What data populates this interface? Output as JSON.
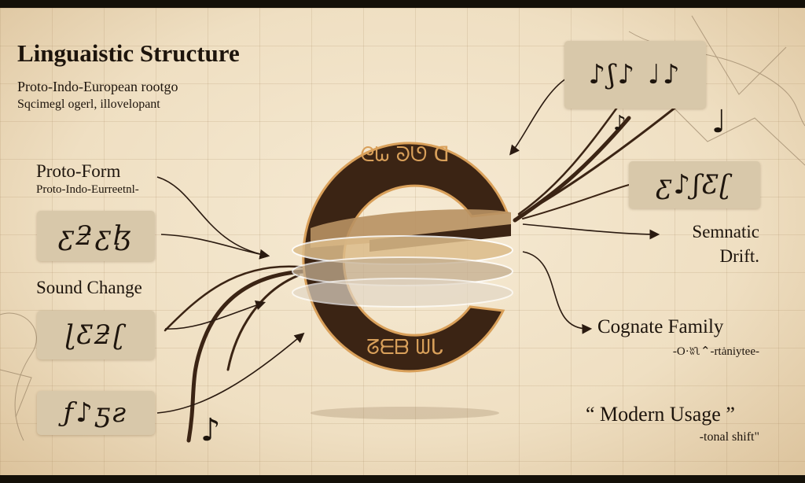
{
  "title": "Linguaistic Structure",
  "subtitle": "Proto-Indo-European rootgo",
  "subtitle2": "Sqcimegl ogerl, illovelopant",
  "left": {
    "proto_form": {
      "label": "Proto-Form",
      "sub": "Proto-Indo-Eurreetnl-",
      "glyphs": "ƹƻƹɮ"
    },
    "sound_change": {
      "label": "Sound Change",
      "glyphs": "ɭƸƻʗ"
    },
    "third_glyphs": "ƒ♪ƽƨ"
  },
  "right": {
    "music_glyphs": "♪ʃ♪ ♩♪",
    "glyph_box": "ƹ♪ʃƸʗ",
    "semantic_drift": {
      "line1": "Semnatic",
      "line2": "Drift."
    },
    "cognate_family": {
      "label": "Cognate Family",
      "sub": "-O·ʬʅ⌃-rtȧniytee-"
    },
    "modern_usage": {
      "label": "“ Modern Usage ”",
      "sub": "-tonal shift\""
    }
  },
  "colors": {
    "parchment": "#f1e3c8",
    "ink": "#1d140c",
    "band": "#3b2414",
    "gold": "#d9a05a",
    "box": "#d8c8aa"
  }
}
